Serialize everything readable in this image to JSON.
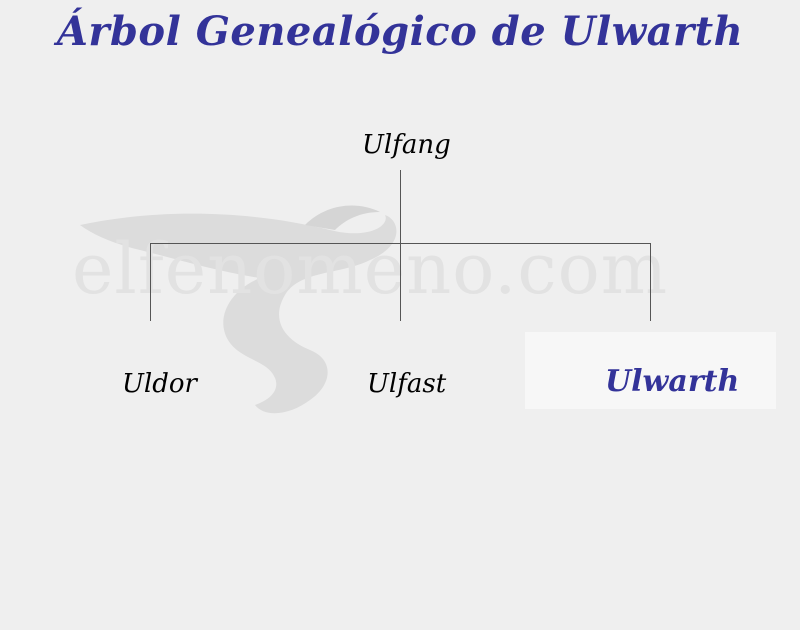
{
  "title": "Árbol Genealógico de Ulwarth",
  "watermark": "elfenomeno.com",
  "tree": {
    "root": "Ulfang",
    "children": [
      "Uldor",
      "Ulfast",
      "Ulwarth"
    ],
    "highlighted": "Ulwarth"
  },
  "colors": {
    "title": "#333399",
    "highlight_text": "#333399",
    "background": "#efefef",
    "highlight_box": "#f7f7f7",
    "lines": "#000000"
  }
}
